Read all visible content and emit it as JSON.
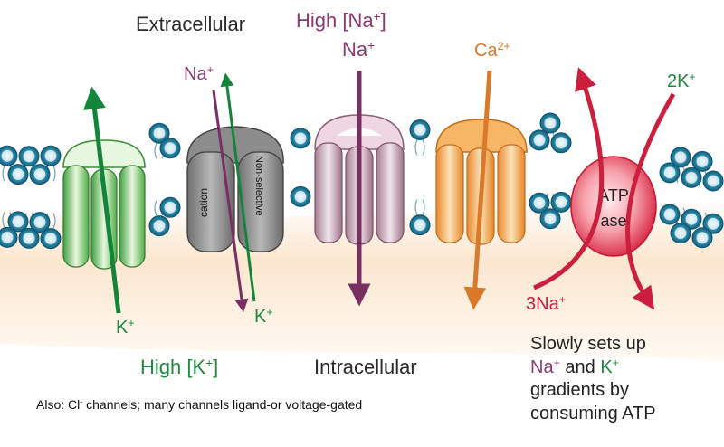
{
  "regions": {
    "extracellular": "Extracellular",
    "intracellular": "Intracellular"
  },
  "high_na": {
    "text": "High [Na",
    "sup": "+",
    "close": "]"
  },
  "high_k": {
    "text": "High [K",
    "sup": "+",
    "close": "]"
  },
  "ions": {
    "na_top": {
      "base": "Na",
      "sup": "+"
    },
    "na_channel": {
      "base": "Na",
      "sup": "+"
    },
    "ca": {
      "base": "Ca",
      "sup": "2+"
    },
    "k_two": {
      "base": "2K",
      "sup": "+"
    },
    "na_three": {
      "base": "3Na",
      "sup": "+"
    },
    "k_left": {
      "base": "K",
      "sup": "+"
    },
    "k_mid": {
      "base": "K",
      "sup": "+"
    }
  },
  "channel_labels": {
    "cation": "cation",
    "non_selective": "Non-selective"
  },
  "atpase": {
    "line1": "ATP",
    "line2": "ase"
  },
  "note": {
    "pre": "Also: Cl",
    "sup": "-",
    "post": " channels; many channels ligand-or voltage-gated"
  },
  "pump_caption": {
    "line1": "Slowly sets up",
    "line2_a": "Na",
    "line2_a_sup": "+",
    "line2_mid": " and ",
    "line2_b": "K",
    "line2_b_sup": "+",
    "line3": "gradients by",
    "line4": "consuming ATP"
  },
  "colors": {
    "green_arrow": "#12853a",
    "purple_arrow": "#7a2f63",
    "orange_arrow": "#d9792a",
    "red_arrow": "#cc1f3d",
    "bead": "#1d7f9e",
    "bead_light": "#dff0f6",
    "intracellular": "#fcebd8"
  }
}
